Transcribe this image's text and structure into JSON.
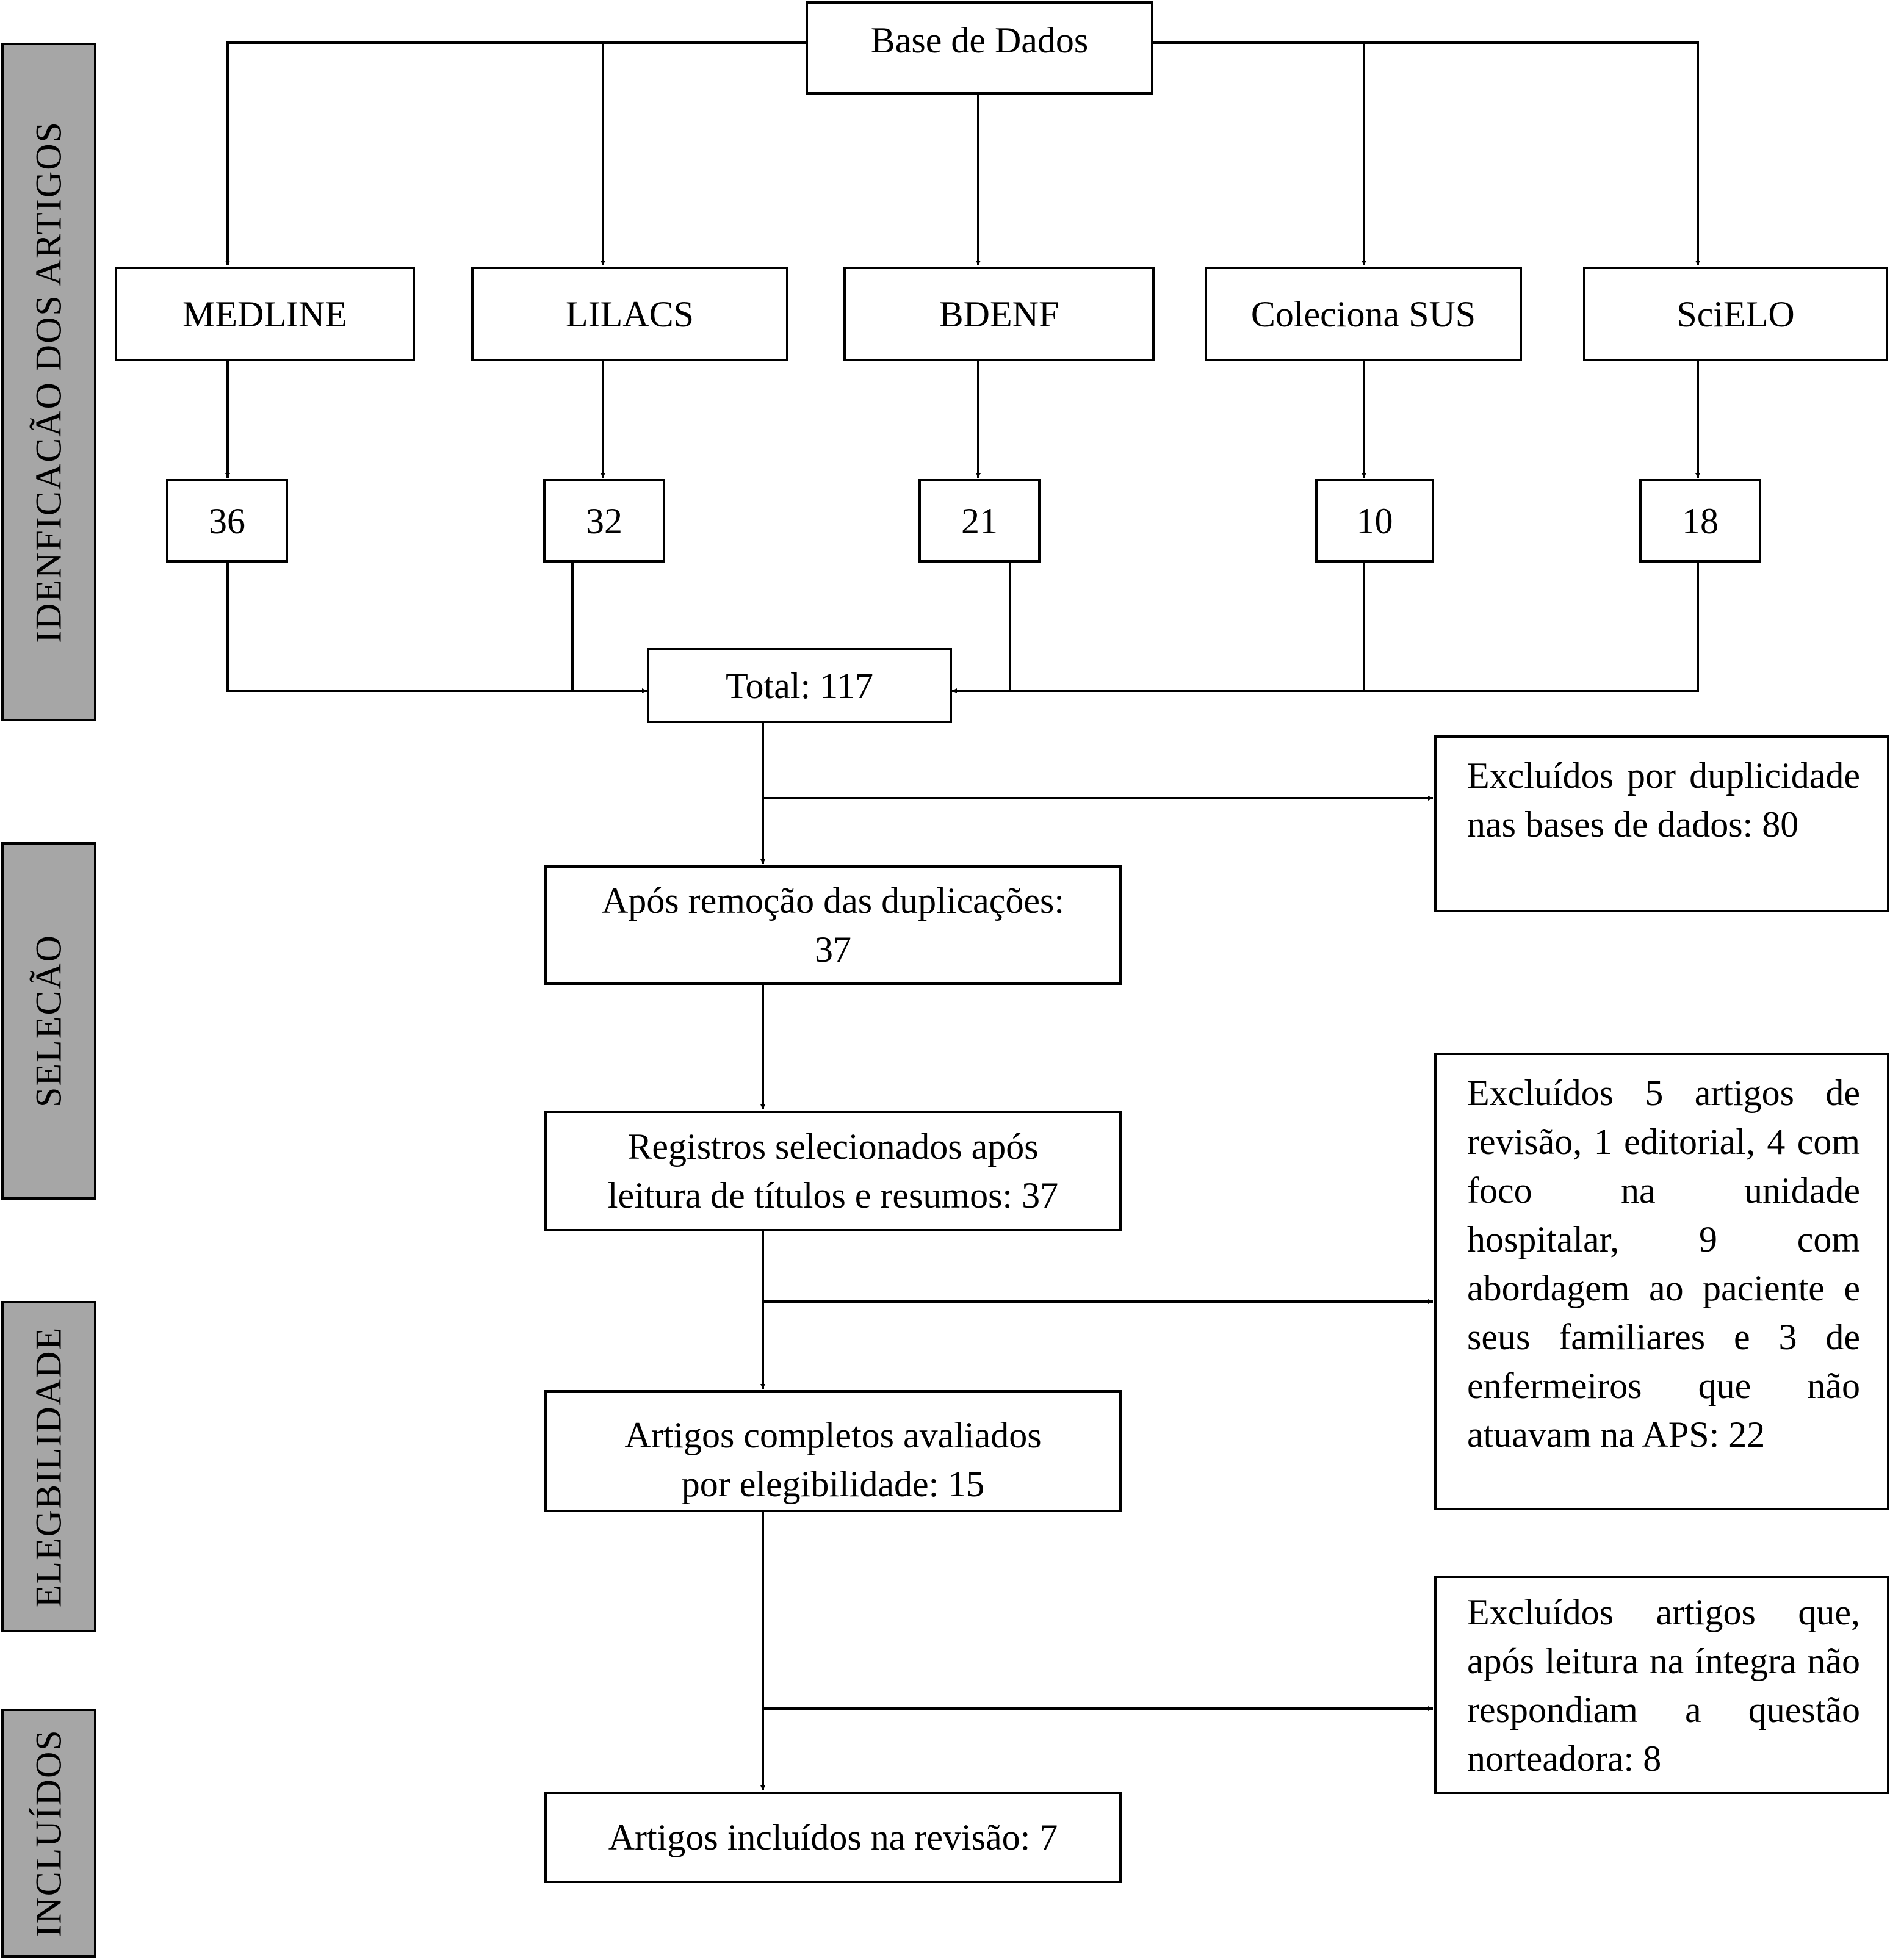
{
  "phases": {
    "identificacao": "IDENFICACÃO DOS ARTIGOS",
    "selecao": "SELECÃO",
    "elegibilidade": "ELEGBILIDADE",
    "incluidos": "INCLUÍDOS"
  },
  "database": {
    "label": "Base de Dados"
  },
  "sources": [
    {
      "name": "MEDLINE",
      "count": "36"
    },
    {
      "name": "LILACS",
      "count": "32"
    },
    {
      "name": "BDENF",
      "count": "21"
    },
    {
      "name": "Coleciona SUS",
      "count": "10"
    },
    {
      "name": "SciELO",
      "count": "18"
    }
  ],
  "total": {
    "label": "Total: 117"
  },
  "after_dedup": {
    "line1": "Após remoção das duplicações:",
    "line2": "37"
  },
  "screened": {
    "line1": "Registros selecionados após",
    "line2": "leitura de títulos e resumos: 37"
  },
  "eligibility": {
    "line1": "Artigos completos avaliados",
    "line2": "por elegibilidade: 15"
  },
  "included": {
    "label": "Artigos incluídos na revisão: 7"
  },
  "exclusions": {
    "duplicates": "Excluídos por duplicidade nas bases de dados: 80",
    "screening": "Excluídos 5 artigos de revisão, 1 editorial, 4 com foco na unidade hospitalar, 9 com abordagem ao paciente e seus familiares e 3 de enfermeiros que não atuavam na APS: 22",
    "full_text": "Excluídos artigos que, após leitura na íntegra não respondiam a questão norteadora: 8"
  }
}
